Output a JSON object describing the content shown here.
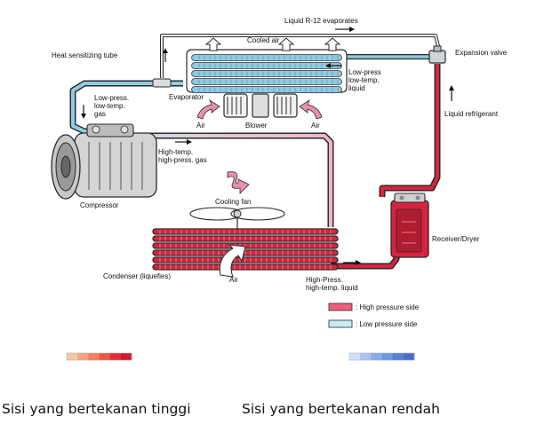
{
  "labels": {
    "liquid_evaporates": "Liquid R-12 evaporates",
    "expansion_valve": "Expansion valve",
    "heat_tube": "Heat sensitizing tube",
    "cooled_air": "Cooled air",
    "low_press_low_temp_liquid": [
      "Low-press",
      "low-temp.",
      "liquid"
    ],
    "low_press_low_temp_gas": [
      "Low-press.",
      "low-temp.",
      "gas"
    ],
    "evaporator": "Evaporator",
    "air": "Air",
    "blower": "Blower",
    "liquid_refrigerant": "Liquid refrigerant",
    "high_temp_high_press_gas": [
      "High-temp.",
      "high-press. gas"
    ],
    "compressor": "Compressor",
    "cooling_fan": "Cooling fan",
    "receiver_dryer": "Receiver/Dryer",
    "condenser": "Condenser (liquefies)",
    "high_press_high_temp_liquid": [
      "High-Press.",
      "high-temp. liquid"
    ]
  },
  "legend": {
    "high_side": ": High pressure side",
    "low_side": ": Low pressure side"
  },
  "captions": {
    "high": "Sisi yang bertekanan tinggi",
    "low": "Sisi yang bertekanan rendah"
  },
  "colors": {
    "high_pressure": "#d8233f",
    "low_pressure": "#8ecbe6",
    "gradient_high": [
      "#f7c6a4",
      "#f4a583",
      "#f08060",
      "#ea5a46",
      "#e0313a",
      "#cf1a2d"
    ],
    "gradient_low": [
      "#cfe0f7",
      "#a8c6f0",
      "#86aeea",
      "#6b98e2",
      "#567fd6",
      "#4a6ccf"
    ]
  }
}
